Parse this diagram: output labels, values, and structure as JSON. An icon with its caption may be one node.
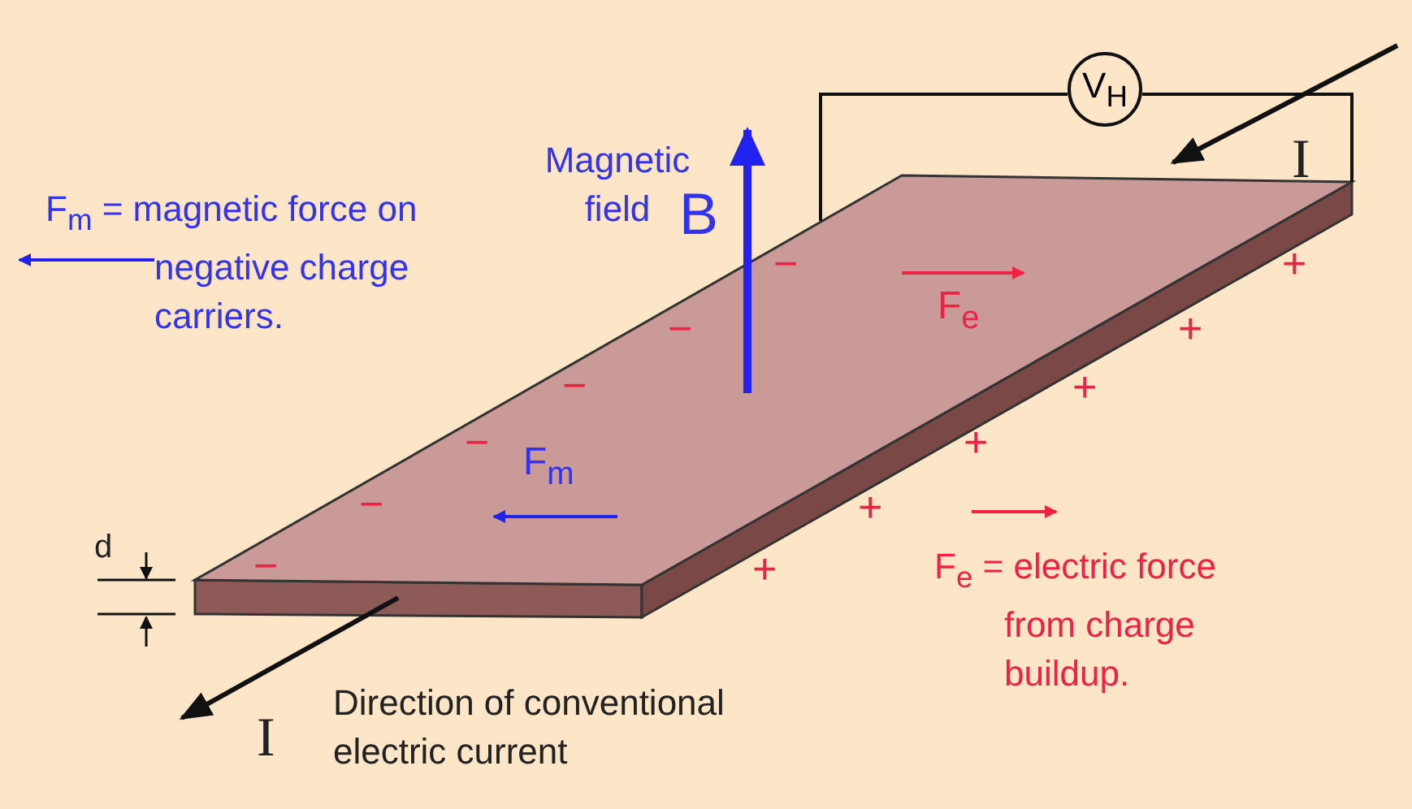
{
  "diagram": {
    "nodes": [
      {
        "text": [
          "V$_{H}$"
        ]
      },
      {
        "text": [],
        "shape": "box"
      }
    ],
    "edges": [
      {
        "from": 1,
        "to": 0,
        "arrow": "none"
      },
      {
        "from": 1,
        "to": 0,
        "arrow": "none"
      }
    ],
    "labels": [
      "F$_{m}$ = magnetic force on negative charge carriers.",
      "Magnetic field",
      "B",
      "I",
      "−",
      "−",
      "−",
      "−",
      "−",
      "−",
      "F$_{e}$",
      "+",
      "+",
      "+",
      "+",
      "+",
      "+",
      "F$_{m}$",
      "d",
      "F$_{e}$ = electric force from charge buildup.",
      "I",
      "Direction of conventional electric current"
    ]
  }
}
